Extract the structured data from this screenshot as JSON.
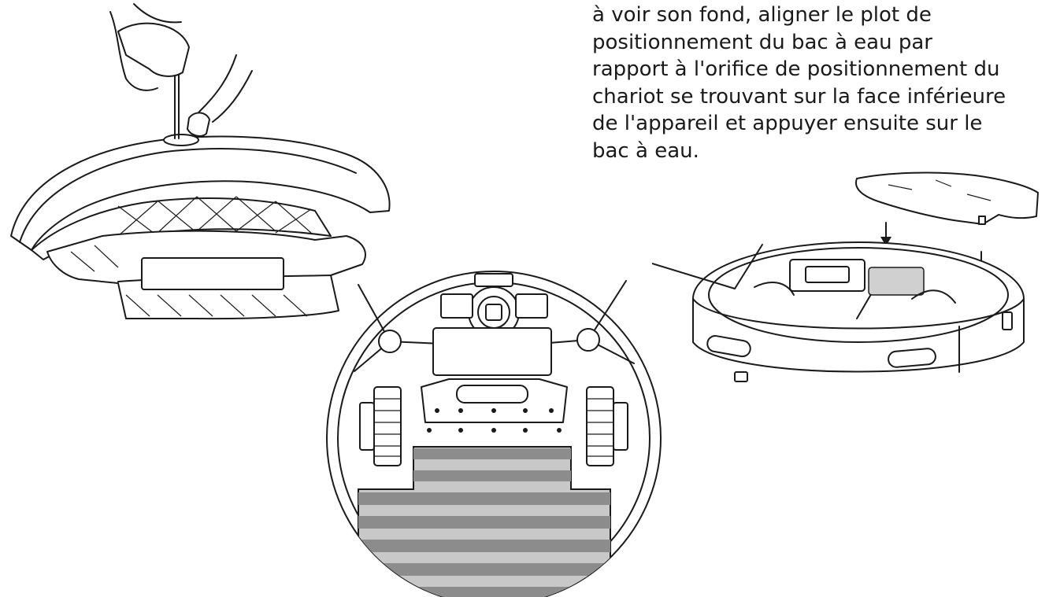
{
  "instruction": {
    "lines": [
      "à voir son fond, aligner le plot de",
      "positionnement du bac à eau par",
      "rapport à l'orifice de positionnement du",
      "chariot se trouvant sur la face inférieure",
      "de l'appareil et appuyer ensuite sur le",
      "bac à eau."
    ]
  },
  "illustrations": {
    "filling": "water-tank-filling-illustration",
    "bottom_view": "robot-bottom-view-illustration",
    "mounting": "water-tank-mounting-illustration"
  },
  "colors": {
    "ink": "#1a1a1a",
    "mop_stripe_dark": "#8c8c8c",
    "mop_stripe_light": "#c8c8c8",
    "background": "#ffffff"
  }
}
